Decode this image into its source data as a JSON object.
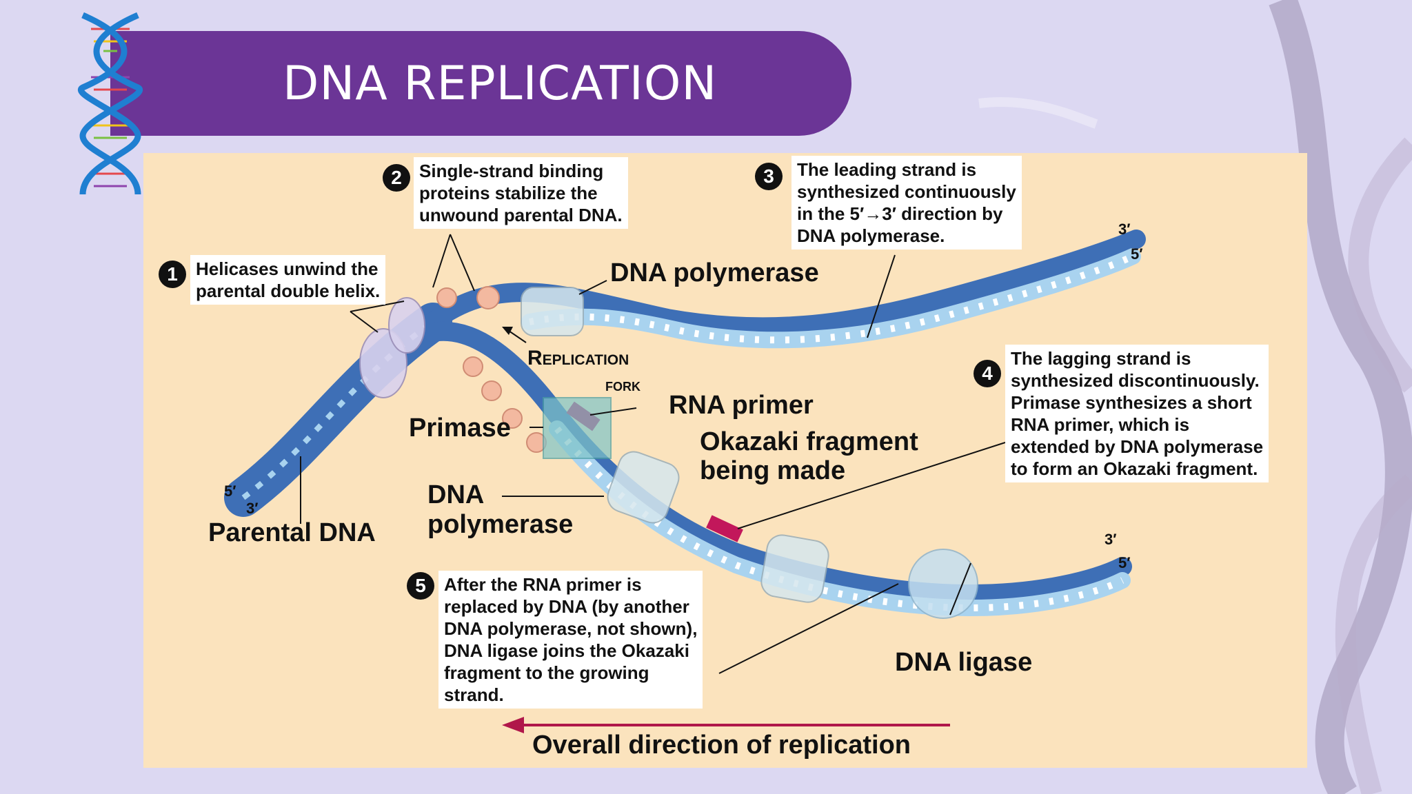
{
  "slide": {
    "title": "DNA REPLICATION"
  },
  "colors": {
    "title_bar": "#6b3596",
    "background": "#dcd8f2",
    "diagram_bg": "#fbe3bd",
    "dna_dark": "#3e6fb6",
    "dna_light": "#a9d3ef",
    "rna_primer": "#c2175b",
    "arrow": "#b0174a"
  },
  "callouts": [
    {
      "number": "1",
      "lines": [
        "Helicases unwind the",
        "parental double helix."
      ]
    },
    {
      "number": "2",
      "lines": [
        "Single-strand binding",
        "proteins stabilize the",
        "unwound parental DNA."
      ]
    },
    {
      "number": "3",
      "lines": [
        "The leading strand is",
        "synthesized continuously",
        "in the 5′→3′ direction by",
        "DNA polymerase."
      ]
    },
    {
      "number": "4",
      "lines": [
        "The lagging strand is",
        "synthesized discontinuously.",
        "Primase synthesizes a short",
        "RNA primer, which is",
        "extended by DNA polymerase",
        "to form an Okazaki fragment."
      ]
    },
    {
      "number": "5",
      "lines": [
        "After the RNA primer is",
        "replaced by DNA (by another",
        "DNA polymerase, not shown),",
        "DNA ligase joins the Okazaki",
        "fragment to the growing",
        "strand."
      ]
    }
  ],
  "labels": {
    "dna_polymerase_top": "DNA polymerase",
    "replication": "Replication",
    "fork": "fork",
    "rna_primer": "RNA primer",
    "primase": "Primase",
    "okazaki_line1": "Okazaki fragment",
    "okazaki_line2": "being made",
    "dna_polymerase_lower_line1": "DNA",
    "dna_polymerase_lower_line2": "polymerase",
    "parental_dna": "Parental DNA",
    "dna_ligase": "DNA ligase",
    "overall_direction": "Overall direction of replication"
  },
  "end_labels": {
    "parental_5": "5′",
    "parental_3": "3′",
    "leading_3": "3′",
    "leading_5": "5′",
    "lagging_3": "3′",
    "lagging_5": "5′"
  }
}
